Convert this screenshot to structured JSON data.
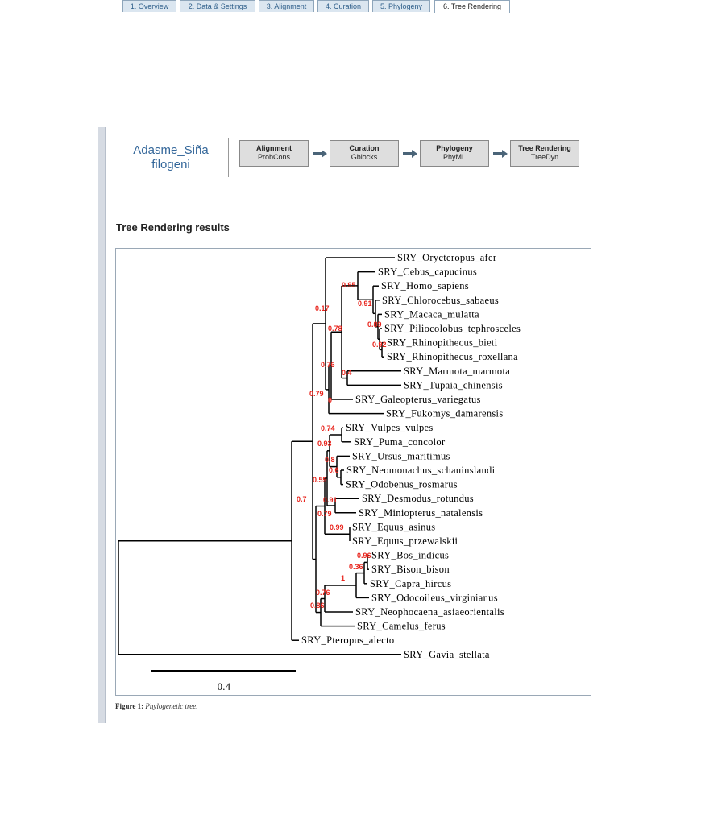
{
  "brand": {
    "line1": "Adasme_Siña",
    "line2": "filogeni"
  },
  "pipeline": [
    {
      "title": "Alignment",
      "tool": "ProbCons"
    },
    {
      "title": "Curation",
      "tool": "Gblocks"
    },
    {
      "title": "Phylogeny",
      "tool": "PhyML"
    },
    {
      "title": "Tree Rendering",
      "tool": "TreeDyn"
    }
  ],
  "tabs": [
    {
      "label": "1. Overview",
      "active": false
    },
    {
      "label": "2. Data & Settings",
      "active": false
    },
    {
      "label": "3. Alignment",
      "active": false
    },
    {
      "label": "4. Curation",
      "active": false
    },
    {
      "label": "5. Phylogeny",
      "active": false
    },
    {
      "label": "6. Tree Rendering",
      "active": true
    }
  ],
  "section_title": "Tree Rendering results",
  "tree": {
    "leaves": [
      "SRY_Orycteropus_afer",
      "SRY_Cebus_capucinus",
      "SRY_Homo_sapiens",
      "SRY_Chlorocebus_sabaeus",
      "SRY_Macaca_mulatta",
      "SRY_Piliocolobus_tephrosceles",
      "SRY_Rhinopithecus_bieti",
      "SRY_Rhinopithecus_roxellana",
      "SRY_Marmota_marmota",
      "SRY_Tupaia_chinensis",
      "SRY_Galeopterus_variegatus",
      "SRY_Fukomys_damarensis",
      "SRY_Vulpes_vulpes",
      "SRY_Puma_concolor",
      "SRY_Ursus_maritimus",
      "SRY_Neomonachus_schauinslandi",
      "SRY_Odobenus_rosmarus",
      "SRY_Desmodus_rotundus",
      "SRY_Miniopterus_natalensis",
      "SRY_Equus_asinus",
      "SRY_Equus_przewalskii",
      "SRY_Bos_indicus",
      "SRY_Bison_bison",
      "SRY_Capra_hircus",
      "SRY_Odocoileus_virginianus",
      "SRY_Neophocaena_asiaeorientalis",
      "SRY_Camelus_ferus",
      "SRY_Pteropus_alecto",
      "SRY_Gavia_stellata"
    ],
    "support_values": [
      "0.95",
      "0.91",
      "0.89",
      "0.92",
      "0.17",
      "0.78",
      "0.76",
      "0.4",
      "0.79",
      "0",
      "0.74",
      "0.93",
      "0.8",
      "0.6",
      "0.59",
      "0.91",
      "0.79",
      "0.99",
      "0.96",
      "0.36",
      "1",
      "0.76",
      "0.86",
      "0.7"
    ],
    "scale_label": "0.4"
  },
  "caption": {
    "prefix": "Figure 1:",
    "text": "Phylogenetic tree."
  }
}
